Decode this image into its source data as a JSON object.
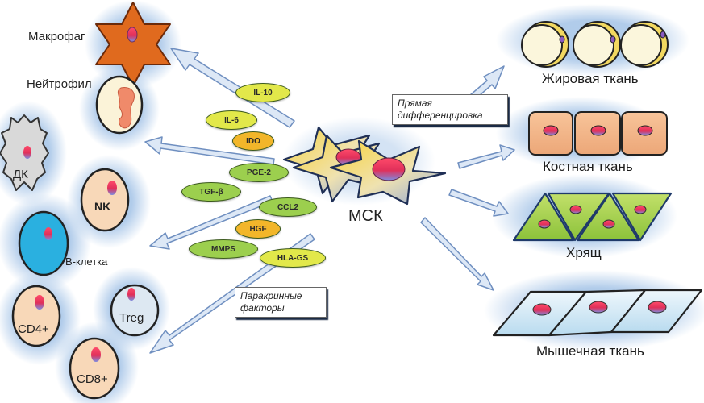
{
  "diagram": {
    "center": {
      "label": "МСК",
      "icon": "star-cell-stack-icon"
    },
    "immune_cells": [
      {
        "id": "macrophage",
        "label": "Макрофаг",
        "shape": "six-point-star",
        "color": "#e06a1e"
      },
      {
        "id": "neutrophil",
        "label": "Нейтрофил",
        "shape": "oval-with-lobed-nucleus",
        "color": "#fbf3d8"
      },
      {
        "id": "dc",
        "label": "ДК",
        "shape": "spiky-oval",
        "color": "#d9d9d9"
      },
      {
        "id": "nk",
        "label": "NK",
        "shape": "oval",
        "color": "#f8d8b8"
      },
      {
        "id": "bcell",
        "label": "В-клетка",
        "shape": "oval",
        "color": "#2ab0e0"
      },
      {
        "id": "treg",
        "label": "Treg",
        "shape": "oval",
        "color": "#dde8f2"
      },
      {
        "id": "cd4",
        "label": "CD4+",
        "shape": "oval",
        "color": "#f8d8b8"
      },
      {
        "id": "cd8",
        "label": "CD8+",
        "shape": "oval",
        "color": "#f8d8b8"
      }
    ],
    "paracrine_factors": [
      {
        "label": "IL-10",
        "color": "#e2e84a"
      },
      {
        "label": "IL-6",
        "color": "#e2e84a"
      },
      {
        "label": "IDO",
        "color": "#f2b62a"
      },
      {
        "label": "PGE-2",
        "color": "#9ccf4e"
      },
      {
        "label": "TGF-β",
        "color": "#9ccf4e"
      },
      {
        "label": "CCL2",
        "color": "#9ccf4e"
      },
      {
        "label": "HGF",
        "color": "#f2b62a"
      },
      {
        "label": "MMPS",
        "color": "#9ccf4e"
      },
      {
        "label": "HLA-GS",
        "color": "#e2e84a"
      }
    ],
    "notes": {
      "paracrine": [
        "Паракринные",
        "факторы"
      ],
      "differentiation": [
        "Прямая",
        "дифференцировка"
      ]
    },
    "tissues": [
      {
        "id": "fat",
        "label": "Жировая ткань",
        "color": "#fbf6dc"
      },
      {
        "id": "bone",
        "label": "Костная ткань",
        "color": "#f4b888"
      },
      {
        "id": "cartilage",
        "label": "Хрящ",
        "color": "#a6d24a"
      },
      {
        "id": "muscle",
        "label": "Мышечная ткань",
        "color": "#d2ebf6"
      }
    ],
    "colors": {
      "arrow_fill": "#c9daf0",
      "arrow_stroke": "#6f8fc0",
      "glow": "#a8c6e8",
      "nucleus": "#e03a5a"
    }
  }
}
